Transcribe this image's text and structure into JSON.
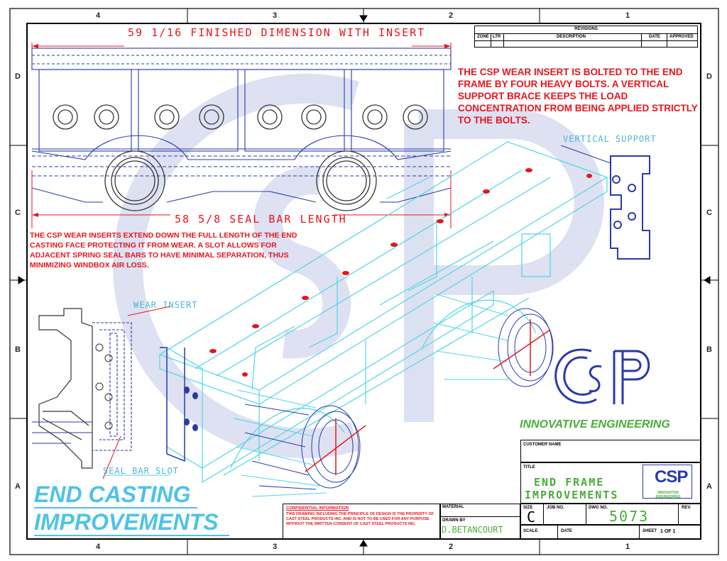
{
  "zones": {
    "top": [
      "4",
      "3",
      "2",
      "1"
    ],
    "bottom": [
      "4",
      "3",
      "2",
      "1"
    ],
    "left": [
      "D",
      "C",
      "B",
      "A"
    ],
    "right": [
      "D",
      "C",
      "B",
      "A"
    ]
  },
  "dimensions": {
    "top": "59 1/16 FINISHED DIMENSION WITH INSERT",
    "middle": "58 5/8 SEAL BAR LENGTH"
  },
  "notes": {
    "bolt_note": "THE CSP WEAR INSERT IS BOLTED TO THE END FRAME BY FOUR HEAVY BOLTS.  A VERTICAL SUPPORT BRACE KEEPS THE LOAD CONCENTRATION FROM BEING APPLIED STRICTLY TO THE BOLTS.",
    "insert_note": "THE CSP WEAR INSERTS EXTEND DOWN THE FULL LENGTH OF THE END CASTING FACE PROTECTING IT FROM WEAR. A SLOT ALLOWS FOR ADJACENT SPRING SEAL BARS TO HAVE MINIMAL SEPARATION, THUS MINIMIZING WINDBOX AIR LOSS."
  },
  "labels": {
    "vertical_support": "VERTICAL SUPPORT",
    "wear_insert": "WEAR INSERT",
    "seal_bar_slot": "SEAL BAR SLOT"
  },
  "big_title": {
    "line1": "END CASTING",
    "line2": "IMPROVEMENTS"
  },
  "tagline": "INNOVATIVE ENGINEERING",
  "logo": {
    "text": "CSP",
    "sub": "INNOVATIVE ENGINEERING"
  },
  "revisions": {
    "title": "REVISIONS",
    "columns": [
      "ZONE",
      "LTR",
      "DESCRIPTION",
      "DATE",
      "APPROVED"
    ]
  },
  "title_block": {
    "customer_name_label": "CUSTOMER NAME",
    "title_label": "TITLE",
    "title_line1": "END FRAME",
    "title_line2": "IMPROVEMENTS",
    "size_label": "SIZE",
    "size_value": "C",
    "job_label": "JOB NO.",
    "dwg_label": "DWG NO.",
    "dwg_value": "5073",
    "rev_label": "REV.",
    "material_label": "MATERIAL",
    "drawn_by_label": "DRAWN BY",
    "drawn_by_value": "D.BETANCOURT",
    "scale_label": "SCALE",
    "date_label": "DATE",
    "sheet_label": "SHEET",
    "sheet_value": "1 OF 1",
    "confidential_title": "CONFIDENTIAL INFORMATION",
    "confidential_text": "THIS DRAWING INCLUDING THE PRINCIPLE OF DESIGN IS THE PROPERTY OF CAST STEEL PRODUCTS INC. AND IS NOT TO BE USED FOR ANY PURPOSE WITHOUT THE WRITTEN CONSENT OF CAST STEEL PRODUCTS INC."
  },
  "colors": {
    "red": "#e8141b",
    "cyan": "#4fd6e6",
    "blue": "#2a3aa8",
    "green": "#4aab3a",
    "watermark": "#d7dcf0"
  }
}
